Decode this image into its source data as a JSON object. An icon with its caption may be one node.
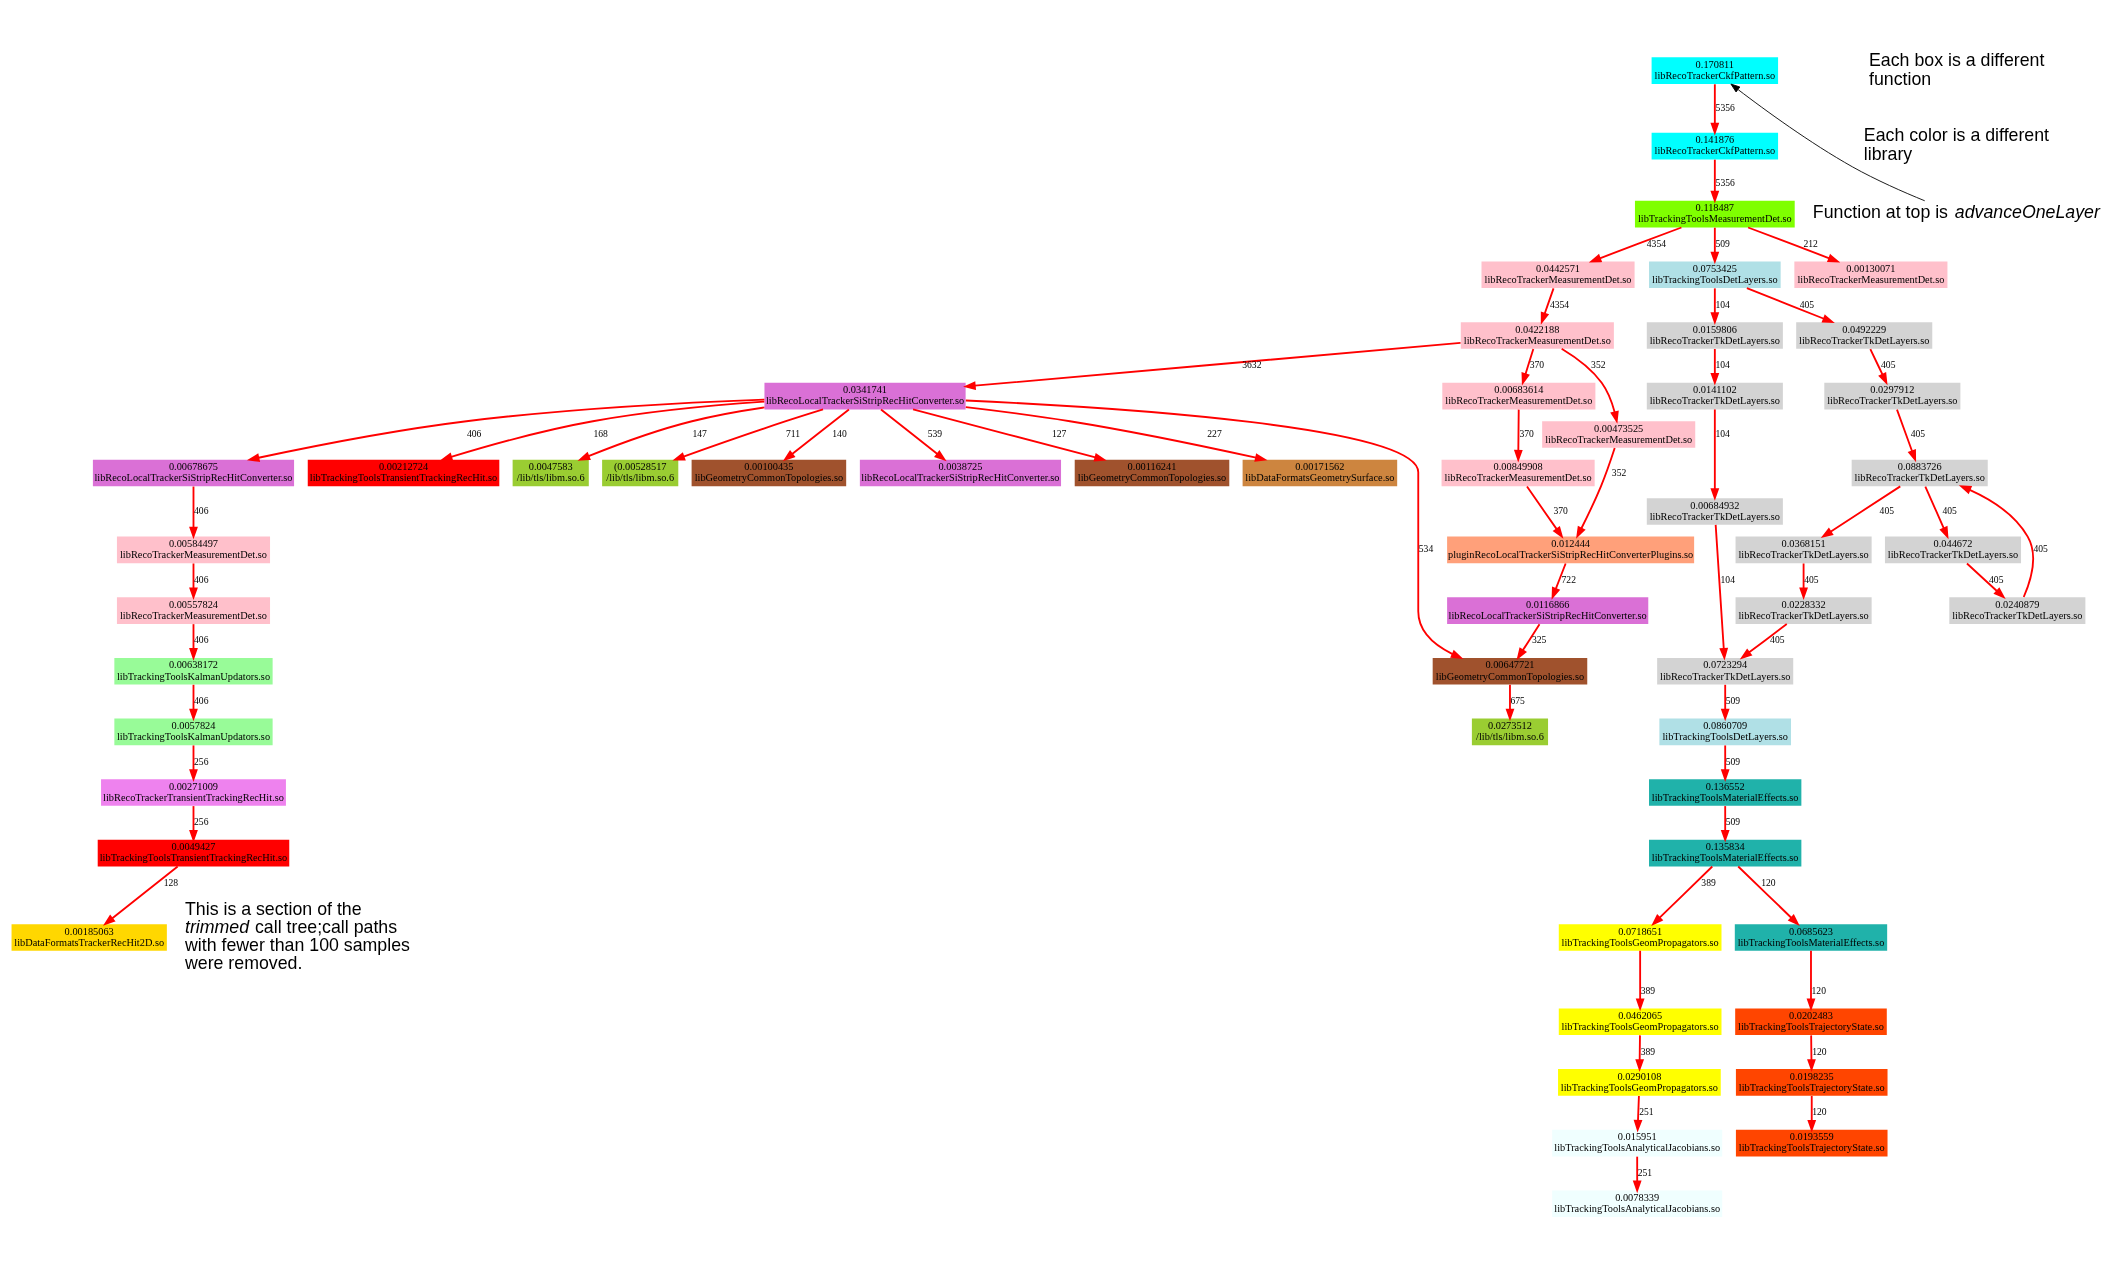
{
  "diagram": {
    "nodes": [
      {
        "text": [
          "0.170811",
          "libRecoTrackerCkfPattern.so"
        ]
      },
      {
        "text": [
          "0.141876",
          "libRecoTrackerCkfPattern.so"
        ]
      },
      {
        "text": [
          "0.118487",
          "libTrackingToolsMeasurementDet.so"
        ]
      },
      {
        "text": [
          "0.0442571",
          "libRecoTrackerMeasurementDet.so"
        ]
      },
      {
        "text": [
          "0.0753425",
          "libTrackingToolsDetLayers.so"
        ]
      },
      {
        "text": [
          "0.00130071",
          "libRecoTrackerMeasurementDet.so"
        ]
      },
      {
        "text": [
          "0.0422188",
          "libRecoTrackerMeasurementDet.so"
        ]
      },
      {
        "text": [
          "0.0159806",
          "libRecoTrackerTkDetLayers.so"
        ]
      },
      {
        "text": [
          "0.0492229",
          "libRecoTrackerTkDetLayers.so"
        ]
      },
      {
        "text": [
          "0.0341741",
          "libRecoLocalTrackerSiStripRecHitConverter.so"
        ]
      },
      {
        "text": [
          "0.00683614",
          "libRecoTrackerMeasurementDet.so"
        ]
      },
      {
        "text": [
          "0.0141102",
          "libRecoTrackerTkDetLayers.so"
        ]
      },
      {
        "text": [
          "0.0297912",
          "libRecoTrackerTkDetLayers.so"
        ]
      },
      {
        "text": [
          "0.00678675",
          "libRecoLocalTrackerSiStripRecHitConverter.so"
        ]
      },
      {
        "text": [
          "0.00212724",
          "libTrackingToolsTransientTrackingRecHit.so"
        ]
      },
      {
        "text": [
          "0.0047583",
          "/lib/tls/libm.so.6"
        ]
      },
      {
        "text": [
          "(0.00528517",
          "/lib/tls/libm.so.6"
        ]
      },
      {
        "text": [
          "0.00100435",
          "libGeometryCommonTopologies.so"
        ]
      },
      {
        "text": [
          "0.0038725",
          "libRecoLocalTrackerSiStripRecHitConverter.so"
        ]
      },
      {
        "text": [
          "0.00116241",
          "libGeometryCommonTopologies.so"
        ]
      },
      {
        "text": [
          "0.00171562",
          "libDataFormatsGeometrySurface.so"
        ]
      },
      {
        "text": [
          "0.00473525",
          "libRecoTrackerMeasurementDet.so"
        ]
      },
      {
        "text": [
          "0.00849908",
          "libRecoTrackerMeasurementDet.so"
        ]
      },
      {
        "text": [
          "0.0883726",
          "libRecoTrackerTkDetLayers.so"
        ]
      },
      {
        "text": [
          "0.00684932",
          "libRecoTrackerTkDetLayers.so"
        ]
      },
      {
        "text": [
          "0.012444",
          "pluginRecoLocalTrackerSiStripRecHitConverterPlugins.so"
        ]
      },
      {
        "text": [
          "0.00584497",
          "libRecoTrackerMeasurementDet.so"
        ]
      },
      {
        "text": [
          "0.0368151",
          "libRecoTrackerTkDetLayers.so"
        ]
      },
      {
        "text": [
          "0.044672",
          "libRecoTrackerTkDetLayers.so"
        ]
      },
      {
        "text": [
          "0.00557824",
          "libRecoTrackerMeasurementDet.so"
        ]
      },
      {
        "text": [
          "0.0116866",
          "libRecoLocalTrackerSiStripRecHitConverter.so"
        ]
      },
      {
        "text": [
          "0.0228332",
          "libRecoTrackerTkDetLayers.so"
        ]
      },
      {
        "text": [
          "0.0240879",
          "libRecoTrackerTkDetLayers.so"
        ]
      },
      {
        "text": [
          "0.00638172",
          "libTrackingToolsKalmanUpdators.so"
        ]
      },
      {
        "text": [
          "0.00647721",
          "libGeometryCommonTopologies.so"
        ]
      },
      {
        "text": [
          "0.0723294",
          "libRecoTrackerTkDetLayers.so"
        ]
      },
      {
        "text": [
          "0.0057824",
          "libTrackingToolsKalmanUpdators.so"
        ]
      },
      {
        "text": [
          "0.0273512",
          "/lib/tls/libm.so.6"
        ]
      },
      {
        "text": [
          "0.0860709",
          "libTrackingToolsDetLayers.so"
        ]
      },
      {
        "text": [
          "0.00271009",
          "libRecoTrackerTransientTrackingRecHit.so"
        ]
      },
      {
        "text": [
          "0.136552",
          "libTrackingToolsMaterialEffects.so"
        ]
      },
      {
        "text": [
          "0.0049427",
          "libTrackingToolsTransientTrackingRecHit.so"
        ]
      },
      {
        "text": [
          "0.135834",
          "libTrackingToolsMaterialEffects.so"
        ]
      },
      {
        "text": [
          "0.00185063",
          "libDataFormatsTrackerRecHit2D.so"
        ]
      },
      {
        "text": [
          "0.0718651",
          "libTrackingToolsGeomPropagators.so"
        ]
      },
      {
        "text": [
          "0.0685623",
          "libTrackingToolsMaterialEffects.so"
        ]
      },
      {
        "text": [
          "0.0462065",
          "libTrackingToolsGeomPropagators.so"
        ]
      },
      {
        "text": [
          "0.0202483",
          "libTrackingToolsTrajectoryState.so"
        ]
      },
      {
        "text": [
          "0.0290108",
          "libTrackingToolsGeomPropagators.so"
        ]
      },
      {
        "text": [
          "0.0198235",
          "libTrackingToolsTrajectoryState.so"
        ]
      },
      {
        "text": [
          "0.015951",
          "libTrackingToolsAnalyticalJacobians.so"
        ]
      },
      {
        "text": [
          "0.0193559",
          "libTrackingToolsTrajectoryState.so"
        ]
      },
      {
        "text": [
          "0.0078339",
          "libTrackingToolsAnalyticalJacobians.so"
        ]
      },
      {
        "text": [
          "Function at top is *advanceOneLayer*"
        ]
      }
    ],
    "edges": [
      {
        "from": 0,
        "to": 1,
        "arrow": "to",
        "label": "5356"
      },
      {
        "from": 1,
        "to": 2,
        "arrow": "to",
        "label": "5356"
      },
      {
        "from": 2,
        "to": 3,
        "arrow": "to",
        "label": "4354"
      },
      {
        "from": 2,
        "to": 4,
        "arrow": "to",
        "label": "509"
      },
      {
        "from": 2,
        "to": 5,
        "arrow": "to",
        "label": "212"
      },
      {
        "from": 3,
        "to": 6,
        "arrow": "to",
        "label": "4354"
      },
      {
        "from": 4,
        "to": 7,
        "arrow": "to",
        "label": "104"
      },
      {
        "from": 4,
        "to": 8,
        "arrow": "to",
        "label": "405"
      },
      {
        "from": 6,
        "to": 9,
        "arrow": "to",
        "label": "3632"
      },
      {
        "from": 6,
        "to": 21,
        "arrow": "to",
        "label": "352"
      },
      {
        "from": 6,
        "to": 10,
        "arrow": "to",
        "label": "370"
      },
      {
        "from": 7,
        "to": 11,
        "arrow": "to",
        "label": "104"
      },
      {
        "from": 8,
        "to": 12,
        "arrow": "to",
        "label": "405"
      },
      {
        "from": 11,
        "to": 24,
        "arrow": "to",
        "label": "104"
      },
      {
        "from": 12,
        "to": 23,
        "arrow": "to",
        "label": "405"
      },
      {
        "from": 10,
        "to": 22,
        "arrow": "to",
        "label": "370"
      },
      {
        "from": 21,
        "to": 25,
        "arrow": "to",
        "label": "352"
      },
      {
        "from": 22,
        "to": 25,
        "arrow": "to",
        "label": "370"
      },
      {
        "from": 9,
        "to": 13,
        "arrow": "to",
        "label": "406"
      },
      {
        "from": 9,
        "to": 14,
        "arrow": "to",
        "label": "168"
      },
      {
        "from": 9,
        "to": 34,
        "arrow": "to",
        "label": "534"
      },
      {
        "from": 9,
        "to": 15,
        "arrow": "to",
        "label": "147"
      },
      {
        "from": 9,
        "to": 16,
        "arrow": "to",
        "label": "711"
      },
      {
        "from": 9,
        "to": 17,
        "arrow": "to",
        "label": "140"
      },
      {
        "from": 9,
        "to": 18,
        "arrow": "to",
        "label": "539"
      },
      {
        "from": 9,
        "to": 19,
        "arrow": "to",
        "label": "127"
      },
      {
        "from": 9,
        "to": 20,
        "arrow": "to",
        "label": "227"
      },
      {
        "from": 25,
        "to": 30,
        "arrow": "to",
        "label": "722"
      },
      {
        "from": 30,
        "to": 34,
        "arrow": "to",
        "label": "325"
      },
      {
        "from": 34,
        "to": 37,
        "arrow": "to",
        "label": "675"
      },
      {
        "from": 13,
        "to": 26,
        "arrow": "to",
        "label": "406"
      },
      {
        "from": 26,
        "to": 29,
        "arrow": "to",
        "label": "406"
      },
      {
        "from": 29,
        "to": 33,
        "arrow": "to",
        "label": "406"
      },
      {
        "from": 33,
        "to": 36,
        "arrow": "to",
        "label": "406"
      },
      {
        "from": 36,
        "to": 39,
        "arrow": "to",
        "label": "256"
      },
      {
        "from": 39,
        "to": 41,
        "arrow": "to",
        "label": "256"
      },
      {
        "from": 41,
        "to": 43,
        "arrow": "to",
        "label": "128"
      },
      {
        "from": 23,
        "to": 27,
        "arrow": "to",
        "label": "405"
      },
      {
        "from": 23,
        "to": 28,
        "arrow": "to",
        "label": "405"
      },
      {
        "from": 28,
        "to": 32,
        "arrow": "to",
        "label": "405"
      },
      {
        "from": 32,
        "to": 23,
        "arrow": "to",
        "label": "405"
      },
      {
        "from": 27,
        "to": 31,
        "arrow": "to",
        "label": "405"
      },
      {
        "from": 31,
        "to": 35,
        "arrow": "to",
        "label": "405"
      },
      {
        "from": 24,
        "to": 35,
        "arrow": "to",
        "label": "104"
      },
      {
        "from": 35,
        "to": 38,
        "arrow": "to",
        "label": "509"
      },
      {
        "from": 38,
        "to": 40,
        "arrow": "to",
        "label": "509"
      },
      {
        "from": 40,
        "to": 42,
        "arrow": "to",
        "label": "509"
      },
      {
        "from": 42,
        "to": 44,
        "arrow": "to",
        "label": "389"
      },
      {
        "from": 42,
        "to": 45,
        "arrow": "to",
        "label": "120"
      },
      {
        "from": 44,
        "to": 46,
        "arrow": "to",
        "label": "389"
      },
      {
        "from": 46,
        "to": 48,
        "arrow": "to",
        "label": "389"
      },
      {
        "from": 48,
        "to": 50,
        "arrow": "to",
        "label": "251"
      },
      {
        "from": 50,
        "to": 52,
        "arrow": "to",
        "label": "251"
      },
      {
        "from": 45,
        "to": 47,
        "arrow": "to",
        "label": "120"
      },
      {
        "from": 47,
        "to": 49,
        "arrow": "to",
        "label": "120"
      },
      {
        "from": 49,
        "to": 51,
        "arrow": "to",
        "label": "120"
      },
      {
        "from": 53,
        "to": 0,
        "arrow": "to",
        "color": "#000000"
      }
    ],
    "labels": [
      "Each box is a different function",
      "Each color is a different library",
      "This is a section of the *trimmed* call tree;call paths with fewer than 100 samples were removed."
    ]
  }
}
